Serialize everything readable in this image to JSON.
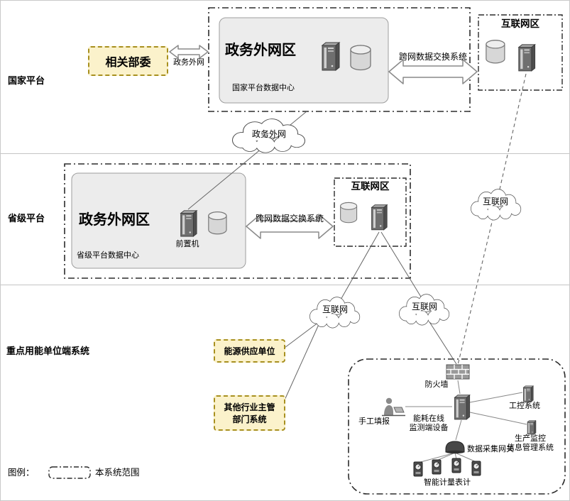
{
  "colors": {
    "highlight_fill": "#fbf2cb",
    "highlight_border": "#a8901f",
    "zone_fill": "#ececec",
    "boundary": "#2b2b2b"
  },
  "rows": {
    "national_label": "国家平台",
    "provincial_label": "省级平台",
    "enduser_label": "重点用能单位端系统"
  },
  "national": {
    "ministries_label": "相关部委",
    "gov_extranet_link_label": "政务外网",
    "extranet_zone_title": "政务外网区",
    "extranet_zone_caption": "国家平台数据中心",
    "exchange_label": "跨网数据交换系统",
    "internet_zone_title": "互联网区"
  },
  "provincial": {
    "extranet_zone_title": "政务外网区",
    "front_machine_label": "前置机",
    "extranet_zone_caption": "省级平台数据中心",
    "exchange_label": "跨网数据交换系统",
    "internet_zone_title": "互联网区"
  },
  "clouds": {
    "gov_extranet": "政务外网",
    "internet_right": "互联网",
    "internet_left": "互联网",
    "internet_mid": "互联网"
  },
  "external": {
    "energy_supplier_label": "能源供应单位",
    "other_dept_label": "其他行业主管\n部门系统"
  },
  "enterprise": {
    "firewall_label": "防火墙",
    "monitor_device_label": "能耗在线\n监测端设备",
    "manual_report_label": "手工填报",
    "industrial_control_label": "工控系统",
    "production_info_label": "生产监控\n信息管理系统",
    "gateway_label": "数据采集网关",
    "meters_label": "智能计量表计"
  },
  "legend": {
    "prefix": "图例：",
    "scope_label": "本系统范围"
  }
}
